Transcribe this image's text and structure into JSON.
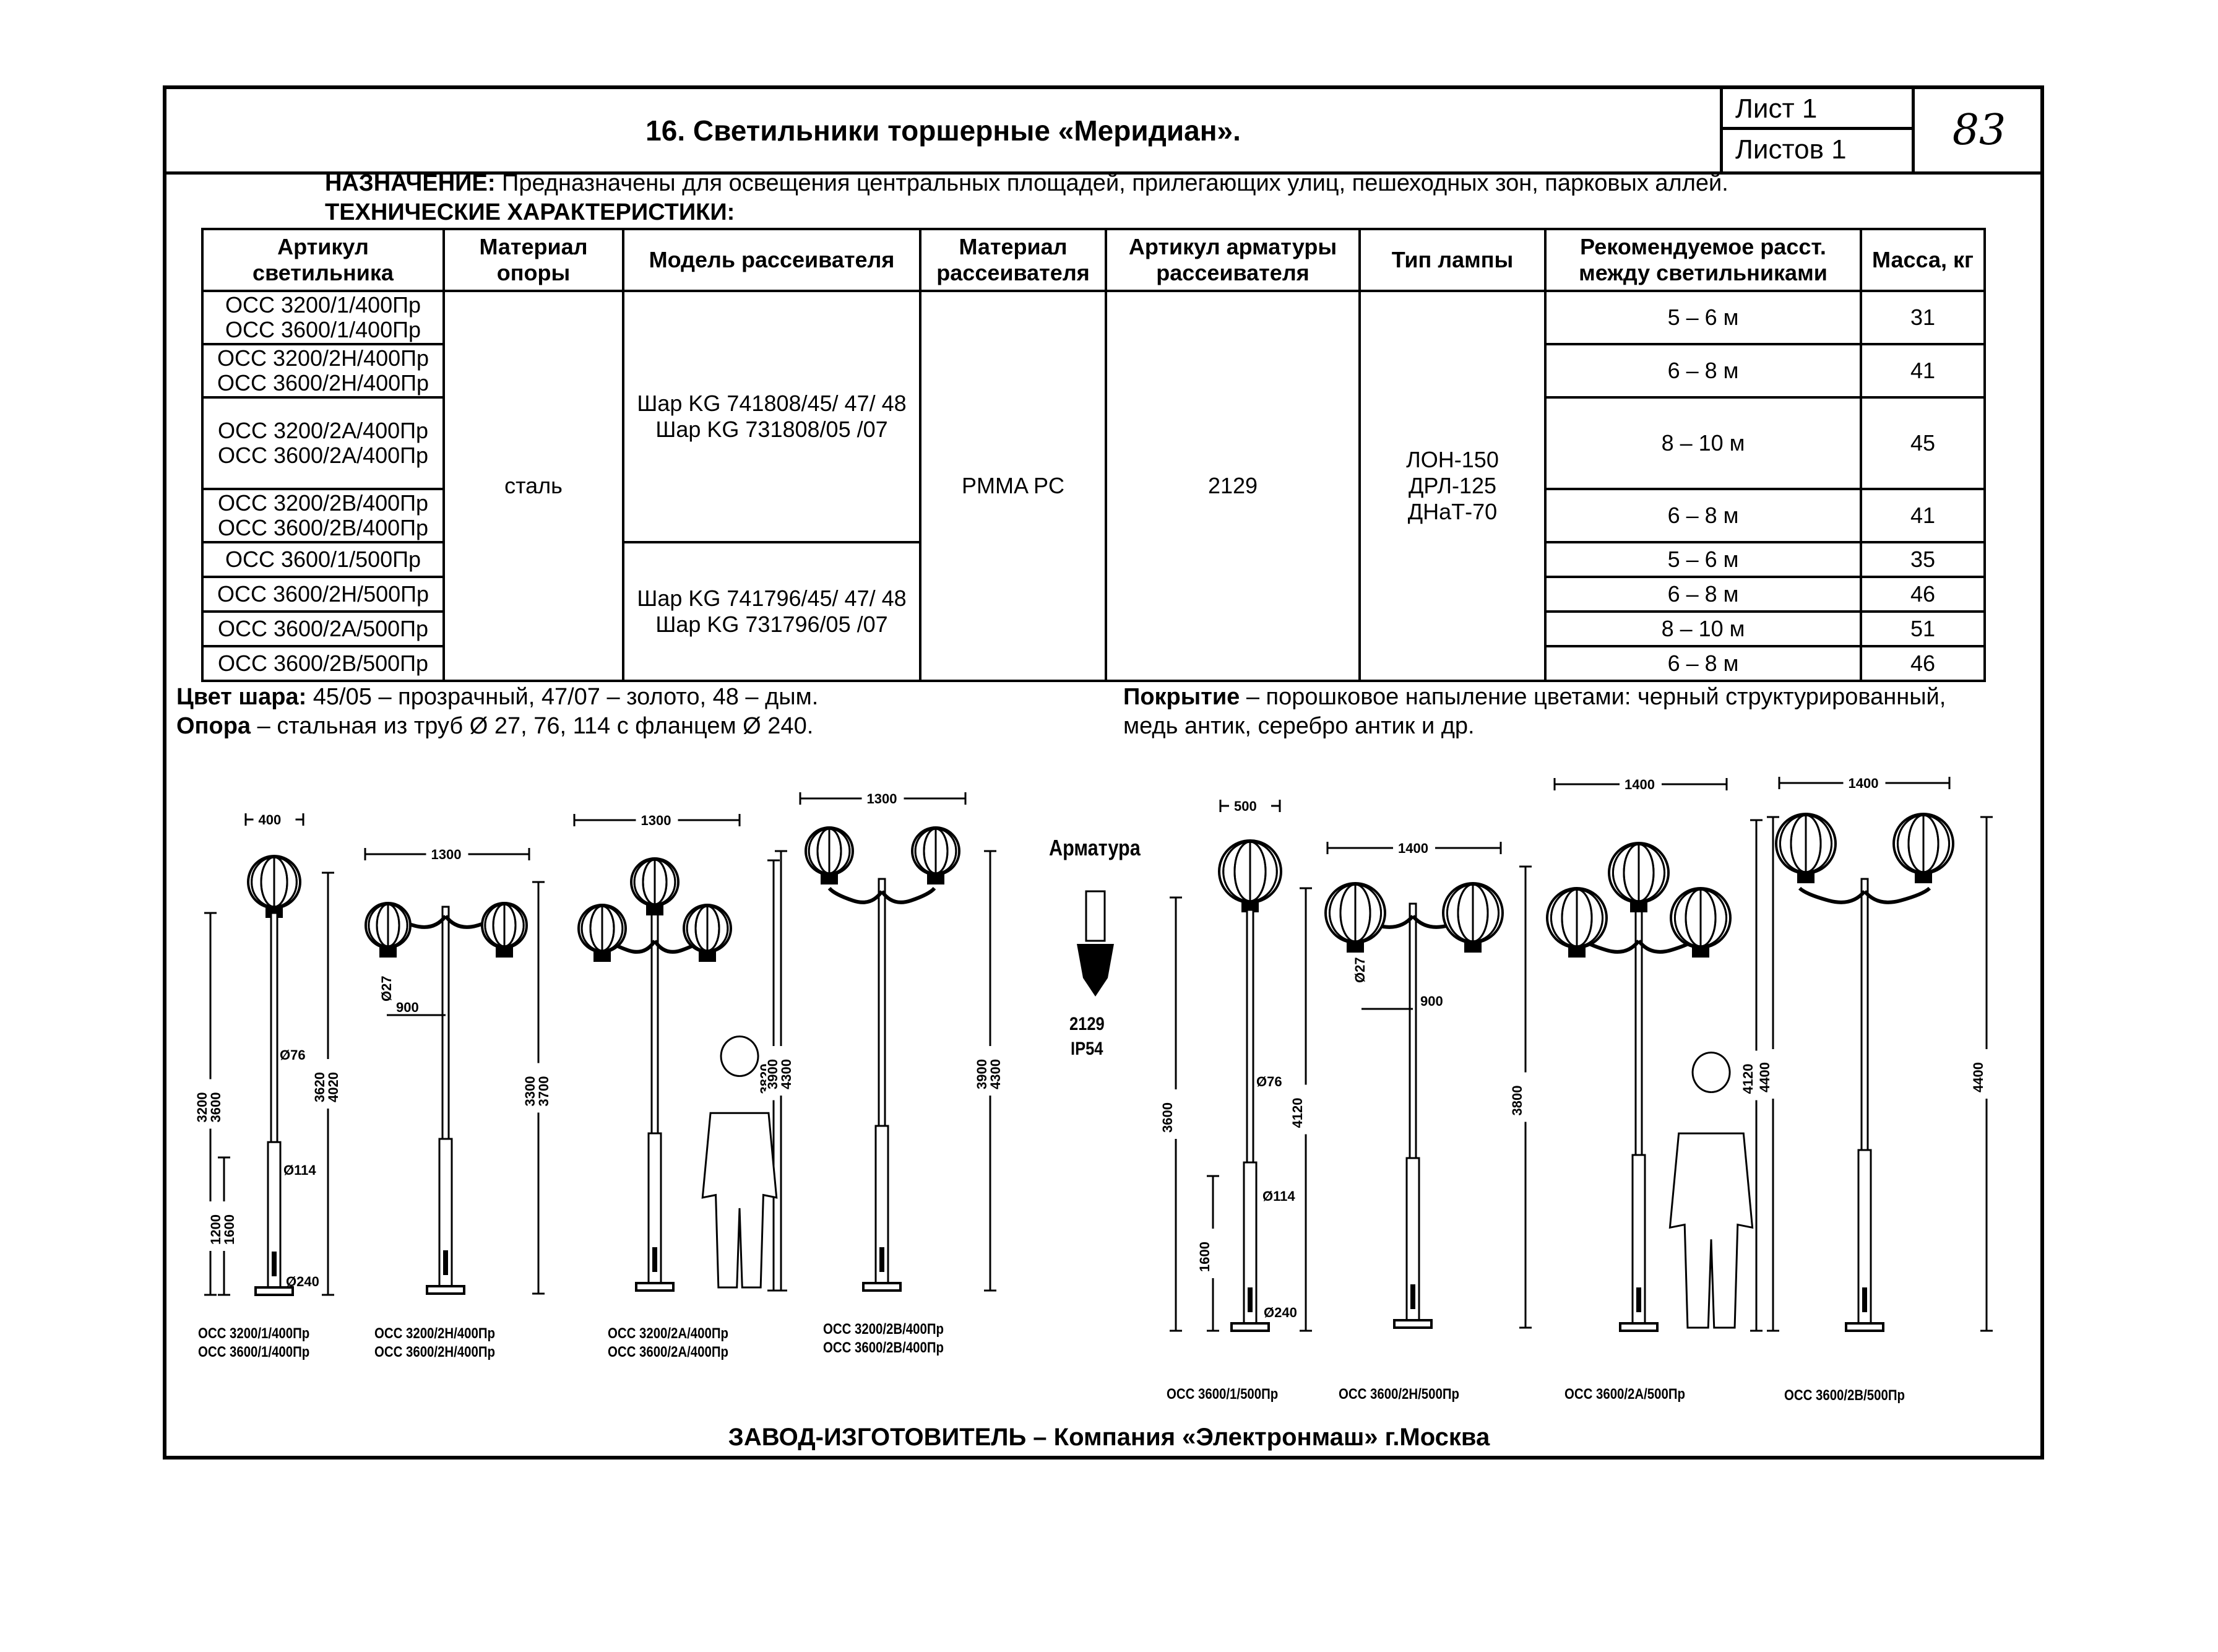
{
  "header": {
    "title": "16. Светильники торшерные «Меридиан».",
    "sheet_label": "Лист  1",
    "sheets_label": "Листов  1",
    "page_number": "83"
  },
  "purpose": {
    "label": "НАЗНАЧЕНИЕ:",
    "text": " Предназначены для освещения центральных площадей, прилегающих улиц, пешеходных зон, парковых аллей."
  },
  "tech_heading": "ТЕХНИЧЕСКИЕ ХАРАКТЕРИСТИКИ:",
  "table": {
    "headers": [
      "Артикул светильника",
      "Материал опоры",
      "Модель рассеивателя",
      "Материал рассеивателя",
      "Артикул арматуры рассеивателя",
      "Тип лампы",
      "Рекомендуемое расст. между светильниками",
      "Масса, кг"
    ],
    "rows": [
      {
        "article": "ОСС 3200/1/400Пр ОСС 3600/1/400Пр",
        "distance": "5 – 6 м",
        "mass": "31"
      },
      {
        "article": "ОСС 3200/2Н/400Пр ОСС 3600/2Н/400Пр",
        "distance": "6 – 8 м",
        "mass": "41"
      },
      {
        "article": "ОСС 3200/2А/400Пр ОСС 3600/2А/400Пр",
        "distance": "8 – 10 м",
        "mass": "45"
      },
      {
        "article": "ОСС 3200/2В/400Пр ОСС 3600/2В/400Пр",
        "distance": "6 – 8 м",
        "mass": "41"
      },
      {
        "article": "ОСС 3600/1/500Пр",
        "distance": "5 – 6 м",
        "mass": "35"
      },
      {
        "article": "ОСС 3600/2Н/500Пр",
        "distance": "6 – 8 м",
        "mass": "46"
      },
      {
        "article": "ОСС 3600/2А/500Пр",
        "distance": "8 – 10 м",
        "mass": "51"
      },
      {
        "article": "ОСС 3600/2В/500Пр",
        "distance": "6 – 8 м",
        "mass": "46"
      }
    ],
    "pole_material": "сталь",
    "diffuser_400": "Шар KG 741808/45/ 47/ 48 Шар KG 731808/05 /07",
    "diffuser_500": "Шар KG 741796/45/ 47/ 48 Шар KG 731796/05 /07",
    "diffuser_material": "PMMA PC",
    "fitting_article": "2129",
    "lamp_type": "ЛОН-150 ДРЛ-125 ДНаТ-70"
  },
  "notes": {
    "color_label": "Цвет шара:",
    "color_text": " 45/05 – прозрачный, 47/07 – золото, 48 – дым.",
    "pole_label": "Опора",
    "pole_text": " – стальная из труб Ø 27, 76, 114 с фланцем Ø 240.",
    "coating_label": "Покрытие",
    "coating_text": " – порошковое напыление цветами: черный структурированный,",
    "coating_text2": "медь антик, серебро антик и др."
  },
  "drawings": {
    "fitting_title": "Арматура",
    "fitting_code": "2129",
    "fitting_ip": "IP54",
    "captions": [
      "ОСС 3200/1/400Пр\nОСС 3600/1/400Пр",
      "ОСС 3200/2Н/400Пр\nОСС 3600/2Н/400Пр",
      "ОСС 3200/2А/400Пр\nОСС 3600/2А/400Пр",
      "ОСС 3200/2В/400Пр\nОСС 3600/2В/400Пр",
      "ОСС 3600/1/500Пр",
      "ОСС 3600/2Н/500Пр",
      "ОСС 3600/2А/500Пр",
      "ОСС 3600/2В/500Пр"
    ],
    "dims": {
      "d400": "400",
      "d1300": "1300",
      "d500": "500",
      "d1400": "1400",
      "d900": "900",
      "dia76": "Ø76",
      "dia114": "Ø114",
      "dia240": "Ø240",
      "dia27": "Ø27",
      "h1": "3200\n3600",
      "h1b": "3620\n4020",
      "h1c": "1200\n1600",
      "h2": "3300\n3700",
      "h3": "3820\n4020",
      "h4": "3900\n4300",
      "h5": "3600",
      "h5b": "4120",
      "h5c": "1600",
      "h6": "3800",
      "h7": "4120",
      "h8": "4400"
    }
  },
  "footer": "ЗАВОД-ИЗГОТОВИТЕЛЬ – Компания «Электронмаш» г.Москва"
}
